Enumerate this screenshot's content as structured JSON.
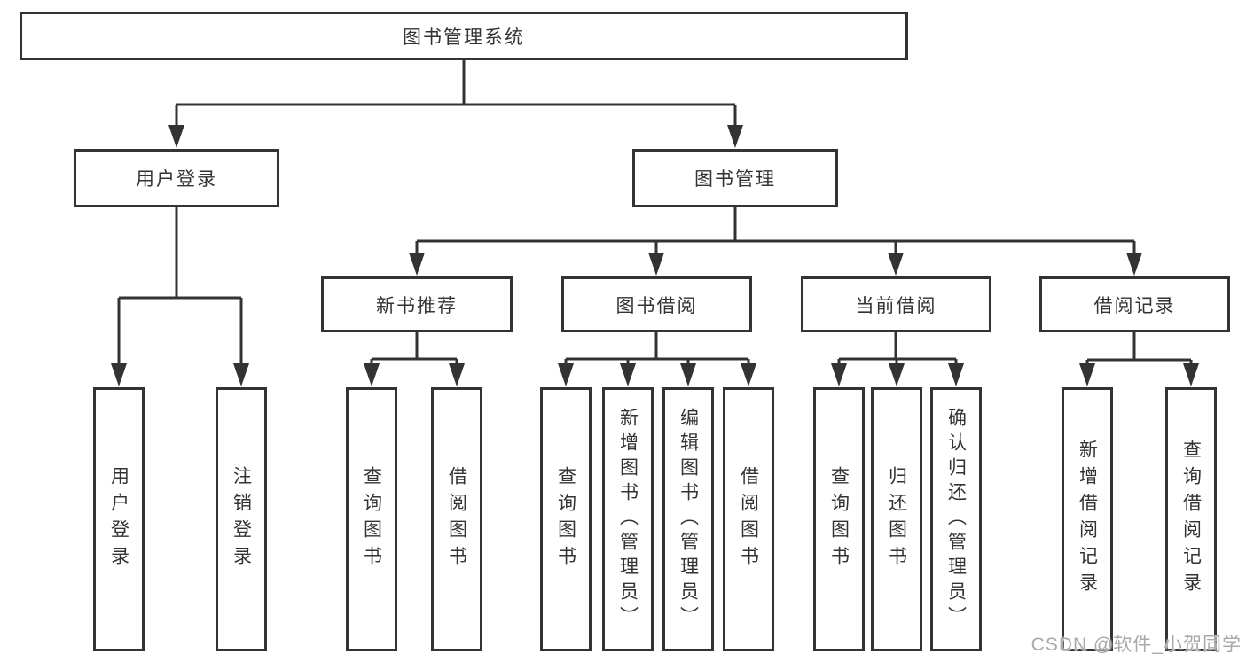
{
  "root": {
    "label": "图书管理系统"
  },
  "level2": [
    {
      "label": "用户登录"
    },
    {
      "label": "图书管理"
    }
  ],
  "level3": [
    {
      "label": "新书推荐",
      "parent": "图书管理"
    },
    {
      "label": "图书借阅",
      "parent": "图书管理"
    },
    {
      "label": "当前借阅",
      "parent": "图书管理"
    },
    {
      "label": "借阅记录",
      "parent": "图书管理"
    }
  ],
  "leaves": [
    {
      "label": "用户登录",
      "parent": "用户登录"
    },
    {
      "label": "注销登录",
      "parent": "用户登录"
    },
    {
      "label": "查询图书",
      "parent": "新书推荐"
    },
    {
      "label": "借阅图书",
      "parent": "新书推荐"
    },
    {
      "label": "查询图书",
      "parent": "图书借阅"
    },
    {
      "label": "新增图书（管理员）",
      "parent": "图书借阅"
    },
    {
      "label": "编辑图书（管理员）",
      "parent": "图书借阅"
    },
    {
      "label": "借阅图书",
      "parent": "图书借阅"
    },
    {
      "label": "查询图书",
      "parent": "当前借阅"
    },
    {
      "label": "归还图书",
      "parent": "当前借阅"
    },
    {
      "label": "确认归还（管理员）",
      "parent": "当前借阅"
    },
    {
      "label": "新增借阅记录",
      "parent": "借阅记录"
    },
    {
      "label": "查询借阅记录",
      "parent": "借阅记录"
    }
  ],
  "watermark": "CSDN @软件_小贺同学",
  "colors": {
    "line": "#333333",
    "box_border": "#333333",
    "box_background": "#ffffff",
    "text": "#333333",
    "watermark_text": "#a9a9a9",
    "page_background": "#ffffff"
  }
}
